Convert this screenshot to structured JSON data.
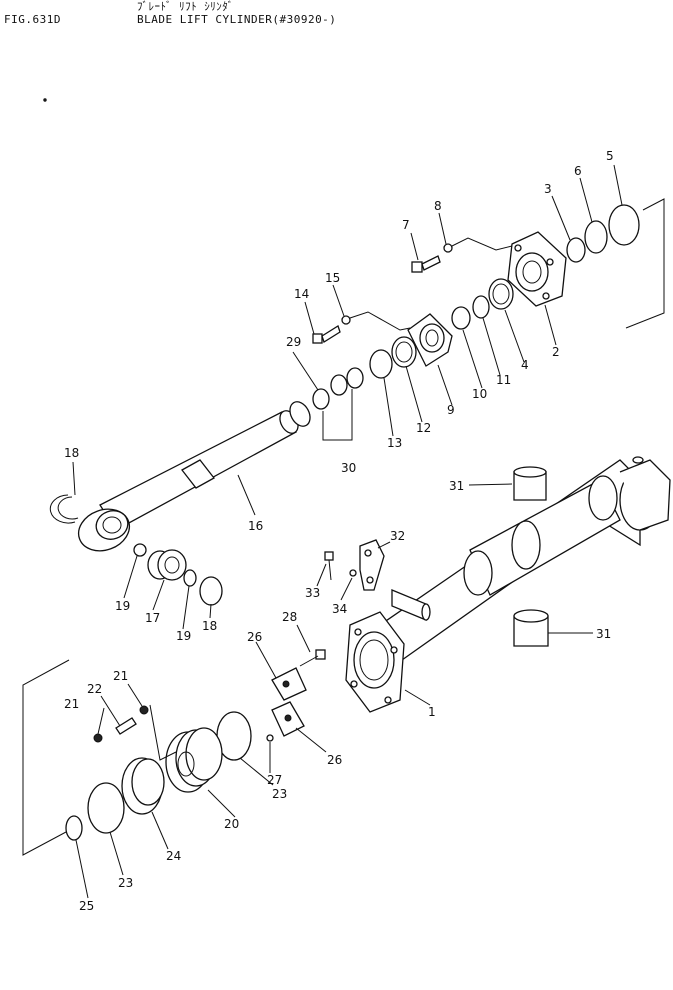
{
  "header": {
    "subtitle_jp": "ﾌﾞﾚｰﾄﾞ ﾘﾌﾄ ｼﾘﾝﾀﾞ",
    "fig_id": "FIG.631D",
    "title": "BLADE LIFT CYLINDER(#30920-)"
  },
  "labels": [
    "1",
    "2",
    "3",
    "4",
    "5",
    "6",
    "7",
    "8",
    "9",
    "10",
    "11",
    "12",
    "13",
    "14",
    "15",
    "16",
    "17",
    "18",
    "19",
    "20",
    "21",
    "22",
    "23",
    "24",
    "25",
    "26",
    "27",
    "28",
    "29",
    "30",
    "31",
    "32",
    "33",
    "34"
  ]
}
